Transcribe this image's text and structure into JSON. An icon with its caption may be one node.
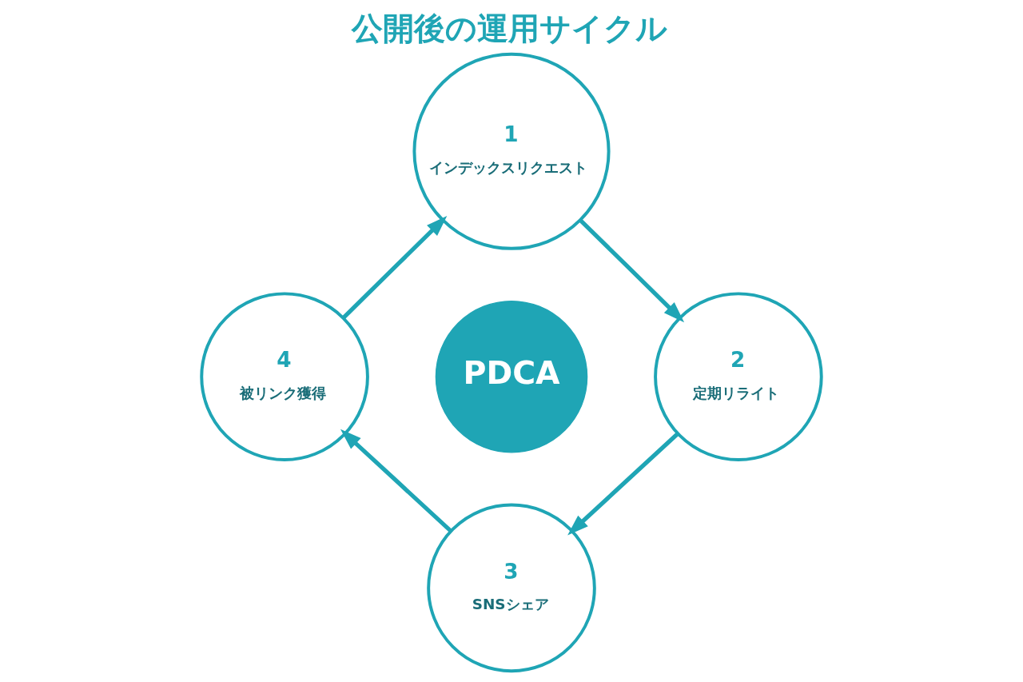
{
  "diagram": {
    "title": "公開後の運用サイクル",
    "nodes": [
      {
        "text": [
          "1",
          "インデックスリクエスト"
        ]
      },
      {
        "text": [
          "2",
          "定期リライト"
        ]
      },
      {
        "text": [
          "3",
          "SNSシェア"
        ]
      },
      {
        "text": [
          "4",
          "被リンク獲得"
        ]
      },
      {
        "text": [
          "PDCA"
        ]
      }
    ],
    "edges": [
      {
        "from": 0,
        "to": 1,
        "arrow": "to"
      },
      {
        "from": 1,
        "to": 2,
        "arrow": "to"
      },
      {
        "from": 2,
        "to": 3,
        "arrow": "to"
      },
      {
        "from": 3,
        "to": 0,
        "arrow": "to"
      }
    ]
  }
}
